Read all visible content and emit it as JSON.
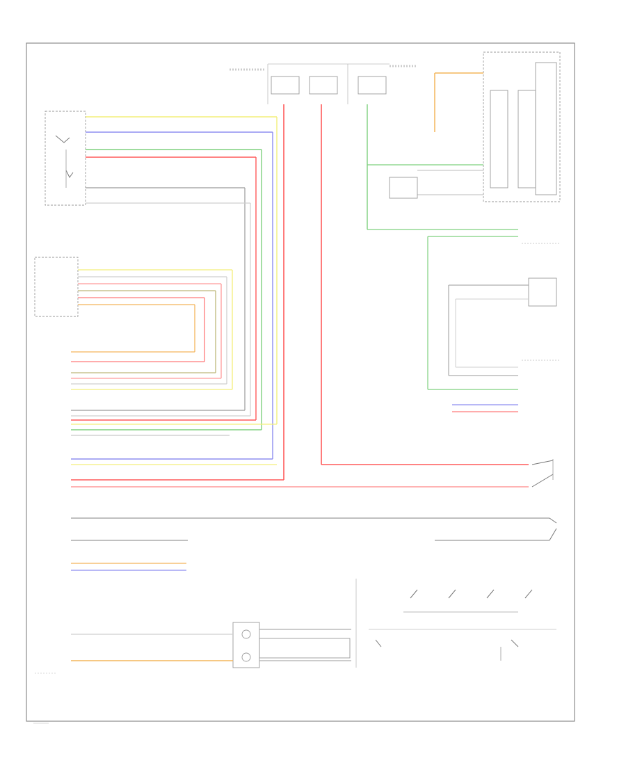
{
  "diagram": {
    "footer_tag": "",
    "colors": {
      "red": "#ff5a5a",
      "green": "#7ed07e",
      "yellow": "#f3ef7a",
      "blue": "#8d8df0",
      "orange": "#f3b55a",
      "gray": "#9a9a9a",
      "light": "#cfcfcf"
    },
    "components": [
      {
        "key": "cruise_switch",
        "label": ""
      },
      {
        "key": "instrument_cluster",
        "label": ""
      },
      {
        "key": "vehicle_speed_sensor",
        "label": ""
      },
      {
        "key": "brake_switch",
        "label": ""
      },
      {
        "key": "cruise_servo",
        "label": ""
      },
      {
        "key": "cruise_control_switch",
        "label": ""
      }
    ]
  }
}
